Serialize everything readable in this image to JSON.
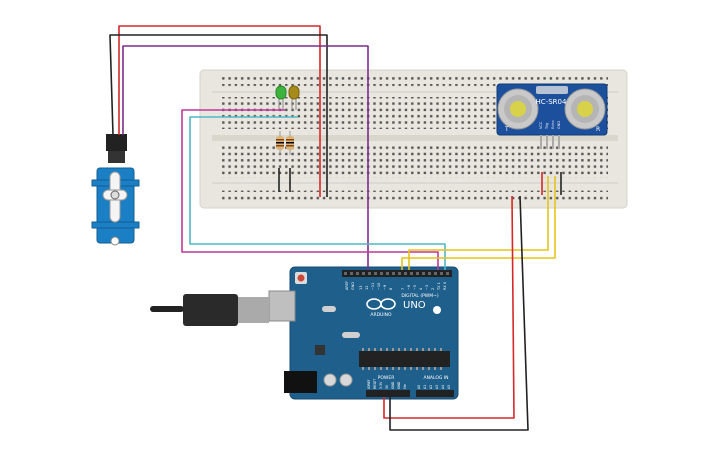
{
  "arduino": {
    "brand": "ARDUINO",
    "model": "UNO",
    "header_digital": "DIGITAL (PWM~)",
    "header_power": "POWER",
    "header_analog": "ANALOG IN",
    "aref": "AREF",
    "gnd": "GND",
    "digital_pins": [
      "13",
      "12",
      "~11",
      "~10",
      "~9",
      "8",
      "7",
      "~6",
      "~5",
      "4",
      "~3",
      "2",
      "TX 1",
      "RX 0"
    ],
    "power_pins": [
      "IOREF",
      "RESET",
      "3.3V",
      "5V",
      "GND",
      "GND",
      "Vin"
    ],
    "analog_pins": [
      "A0",
      "A1",
      "A2",
      "A3",
      "A4",
      "A5"
    ]
  },
  "sensor": {
    "label": "HC-SR04",
    "left_mark": "T",
    "right_mark": "R",
    "pins": [
      "VCC",
      "Trig",
      "Echo",
      "GND"
    ]
  },
  "colors": {
    "wire_red": "#d62828",
    "wire_black": "#222222",
    "wire_purple": "#7b2d8e",
    "wire_magenta": "#c0379c",
    "wire_cyan": "#4fb8c8",
    "wire_yellow": "#e6c31a",
    "board_blue": "#1f5f8b",
    "servo_blue": "#1a7fc4",
    "sensor_blue": "#1c4f9c",
    "breadboard": "#e8e6df"
  }
}
